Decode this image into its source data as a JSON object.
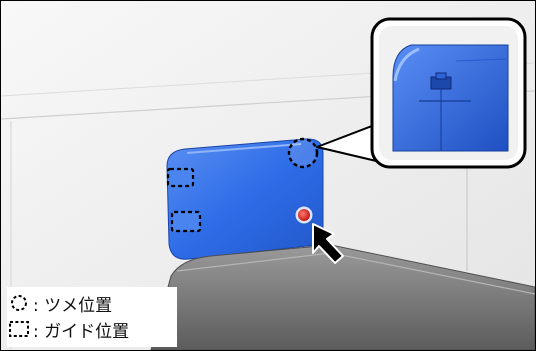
{
  "legend": {
    "items": [
      {
        "symbol": "claw-symbol-icon",
        "label": ": ツメ位置"
      },
      {
        "symbol": "guide-symbol-icon",
        "label": ": ガイド位置"
      }
    ]
  },
  "colors": {
    "cover_blue": "#2e6de8",
    "cover_blue_light": "#6a9cf5",
    "button_red": "#e0241b",
    "wall": "#f0f0f0",
    "tray_gray": "#8a8a8a"
  },
  "icons": {
    "arrow": "pointer-arrow-icon",
    "zoom": "magnifier-callout"
  }
}
